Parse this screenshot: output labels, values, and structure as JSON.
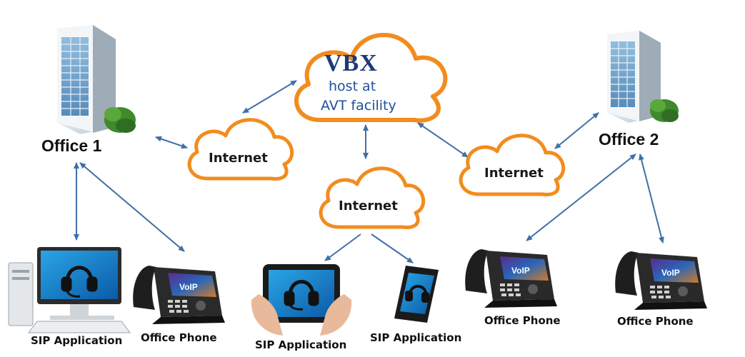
{
  "vbx": {
    "brand": "VBX",
    "line1": "host at",
    "line2": "AVT facility"
  },
  "clouds": {
    "left": "Internet",
    "center": "Internet",
    "right": "Internet"
  },
  "offices": {
    "office1": "Office 1",
    "office2": "Office 2"
  },
  "devices": {
    "desktop": "SIP Application",
    "phone1": "Office Phone",
    "tablet": "SIP Application",
    "mobile": "SIP Application",
    "phone2": "Office Phone",
    "phone3": "Office Phone"
  },
  "phone_screen_text": "VoIP",
  "colors": {
    "cloud_outline": "#f28c1e",
    "arrow": "#3f6fa6",
    "vbx_text": "#1d3a7a",
    "host_text": "#1f4f9c"
  }
}
